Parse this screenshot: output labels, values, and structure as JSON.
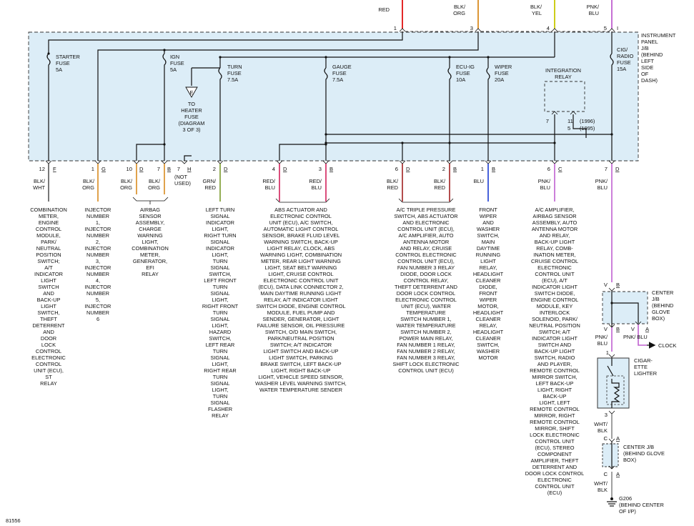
{
  "top_wires": [
    {
      "color": "RED",
      "pin": "1",
      "stroke": "#e01010"
    },
    {
      "color": "BLK/ ORG",
      "pin": "3",
      "stroke": "#d88a20"
    },
    {
      "color": "BLK/ YEL",
      "pin": "4",
      "stroke": "#c8c800"
    },
    {
      "color": "PNK/ BLU",
      "pin": "5",
      "stroke": "#c060d0"
    }
  ],
  "top_pin_extra": "I",
  "panel_label": "INSTRUMENT PANEL J/B (BEHIND LEFT SIDE OF DASH)",
  "fuses": [
    {
      "name": "STARTER FUSE",
      "rating": "5A"
    },
    {
      "name": "IGN FUSE",
      "rating": "5A"
    },
    {
      "name": "TURN FUSE",
      "rating": "7.5A"
    },
    {
      "name": "GAUGE FUSE",
      "rating": "7.5A"
    },
    {
      "name": "ECU-IG FUSE",
      "rating": "10A"
    },
    {
      "name": "WIPER FUSE",
      "rating": "20A"
    },
    {
      "name": "CIG/ RADIO FUSE",
      "rating": "15A"
    }
  ],
  "heater_ref": "TO HEATER FUSE (DIAGRAM 3 OF 3)",
  "integration_relay": "INTEGRATION RELAY",
  "relay_pins": {
    "left": "7",
    "right": "11",
    "right_b": "5",
    "year_a": "(1996)",
    "year_b": "(1995)"
  },
  "bottom_pins": [
    {
      "pin": "12",
      "conn": "F",
      "wire": "BLK/ WHT",
      "dest": "COMBINATION METER, ENGINE CONTROL MODULE, PARK/ NEUTRAL POSITION SWITCH; A/T INDICATOR LIGHT SWITCH AND BACK-UP LIGHT SWITCH, THEFT DETERRENT AND DOOR LOCK CONTROL ELECTRONIC CONTROL UNIT (ECU), ST RELAY"
    },
    {
      "pin": "1",
      "conn": "G",
      "wire": "BLK/ ORG",
      "dest": "INJECTOR NUMBER 1, INJECTOR NUMBER 2, INJECTOR NUMBER 3, INJECTOR NUMBER 4, INJECTOR NUMBER 5, INJECTOR NUMBER 6"
    },
    {
      "pin": "10",
      "conn": "D",
      "wire": "BLK/ ORG"
    },
    {
      "pin": "7",
      "conn": "B",
      "wire": "BLK/ ORG",
      "dest": "AIRBAG SENSOR ASSEMBLY, CHARGE WARNING LIGHT, COMBINATION METER, GENERATOR, EFI RELAY"
    },
    {
      "pin": "7",
      "conn": "H",
      "wire": "(NOT USED)"
    },
    {
      "pin": "2",
      "conn": "D",
      "wire": "GRN/ RED",
      "dest": "LEFT TURN SIGNAL INDICATOR LIGHT, RIGHT TURN SIGNAL INDICATOR LIGHT, TURN SIGNAL SWITCH, LEFT FRONT TURN SIGNAL LIGHT, RIGHT FRONT TURN SIGNAL LIGHT, HAZARD SWITCH, LEFT REAR TURN SIGNAL LIGHT, RIGHT REAR TURN SIGNAL LIGHT, TURN SIGNAL FLASHER RELAY"
    },
    {
      "pin": "4",
      "conn": "D",
      "wire": "RED/ BLU"
    },
    {
      "pin": "3",
      "conn": "B",
      "wire": "RED/ BLU",
      "dest": "ABS ACTUATOR AND ELECTRONIC CONTROL UNIT (ECU), A/C SWITCH, AUTOMATIC LIGHT CONTROL SENSOR, BRAKE FLUID LEVEL WARNING SWITCH, BACK-UP LIGHT RELAY, CLOCK, ABS WARNING LIGHT, COMBINATION METER, REAR LIGHT WARNING LIGHT, SEAT BELT WARNING LIGHT, CRUISE CONTROL ELECTRONIC CONTROL UNIT (ECU), DATA LINK CONNECTOR 2, MAIN DAYTIME RUNNING LIGHT RELAY, A/T INDICATOR LIGHT SWITCH DIODE, ENGINE CONTROL MODULE, FUEL PUMP AND SENDER, GENERATOR, LIGHT FAILURE SENSOR, OIL PRESSURE SWITCH, O/D MAIN SWITCH, PARK/NEUTRAL POSITION SWITCH; A/T INDICATOR LIGHT SWITCH AND BACK-UP LIGHT SWITCH, PARKING BRAKE SWITCH, LEFT BACK-UP LIGHT, RIGHT BACK-UP LIGHT, VEHICLE SPEED SENSOR, WASHER LEVEL WARNING SWITCH, WATER TEMPERATURE SENDER"
    },
    {
      "pin": "6",
      "conn": "D",
      "wire": "BLK/ RED"
    },
    {
      "pin": "2",
      "conn": "B",
      "wire": "BLK/ RED",
      "dest": "A/C TRIPLE PRESSURE SWITCH, ABS ACTUATOR AND ELECTRONIC CONTROL UNIT (ECU), A/C AMPLIFIER, AUTO ANTENNA MOTOR AND RELAY, CRUISE CONTROL ELECTRONIC CONTROL UNIT (ECU), FAN NUMBER 3 RELAY DIODE, DOOR LOCK CONTROL RELAY, THEFT DETERRENT AND DOOR LOCK CONTROL ELECTRONIC CONTROL UNIT (ECU), WATER TEMPERATURE SWITCH NUMBER 1, WATER TEMPERATURE SWITCH NUMBER 2, POWER MAIN RELAY, FAN NUMBER 1 RELAY, FAN NUMBER 2 RELAY, FAN NUMBER 3 RELAY, SHIFT LOCK ELECTRONIC CONTROL UNIT (ECU)"
    },
    {
      "pin": "1",
      "conn": "B",
      "wire": "BLU",
      "dest": "FRONT WIPER AND WASHER SWITCH, MAIN DAYTIME RUNNING LIGHT RELAY, HEADLIGHT CLEANER DIODE, FRONT WIPER MOTOR, HEADLIGHT CLEANER RELAY, HEADLIGHT CLEANER SWITCH, WASHER MOTOR"
    },
    {
      "pin": "6",
      "conn": "C",
      "wire": "PNK/ BLU",
      "dest": "A/C AMPLIFIER, AIRBAG SENSOR ASSEMBLY, AUTO ANTENNA MOTOR AND RELAY, BACK-UP LIGHT RELAY, COMB- INATION METER, CRUISE CONTROL ELECTRONIC CONTROL UNIT (ECU), A/T INDICATOR LIGHT SWITCH DIODE, ENGINE CONTROL MODULE, KEY INTERLOCK SOLENOID, PARK/ NEUTRAL POSITION SWITCH; A/T INDICATOR LIGHT SWITCH AND BACK-UP LIGHT SWITCH, RADIO AND PLAYER, REMOTE CONTROL MIRROR SWITCH, LEFT BACK-UP LIGHT, RIGHT BACK-UP LIGHT, LEFT REMOTE CONTROL MIRROR, RIGHT REMOTE CONTROL MIRROR, SHIFT LOCK ELECTRONIC CONTROL UNIT (ECU), STEREO COMPONENT AMPLIFIER, THEFT DETERRENT AND DOOR LOCK CONTROL ELECTRONIC CONTROL UNIT (ECU)"
    },
    {
      "pin": "7",
      "conn": "D",
      "wire": "PNK/ BLU"
    }
  ],
  "center_jb_1": "CENTER J/B (BEHIND GLOVE BOX)",
  "cjb_pins": {
    "v1": "V",
    "b": "B",
    "v2": "V",
    "v3": "V",
    "a": "A",
    "c1": "C",
    "a1": "A",
    "c2": "C",
    "a2": "A"
  },
  "wire_pnk_blu_a": "PNK/ BLU",
  "wire_pnk_blu_b": "PNK/ BLU",
  "clock": "CLOCK",
  "cigarette": "CIGAR- ETTE LIGHTER",
  "cig_pins": {
    "top": "1",
    "bottom": "3"
  },
  "wire_wht_blk_a": "WHT/ BLK",
  "center_jb_2": "CENTER J/B (BEHIND GLOVE BOX)",
  "wire_wht_blk_b": "WHT/ BLK",
  "ground": "G206 (BEHIND CENTER OF I/P)",
  "figure_id": "81556"
}
